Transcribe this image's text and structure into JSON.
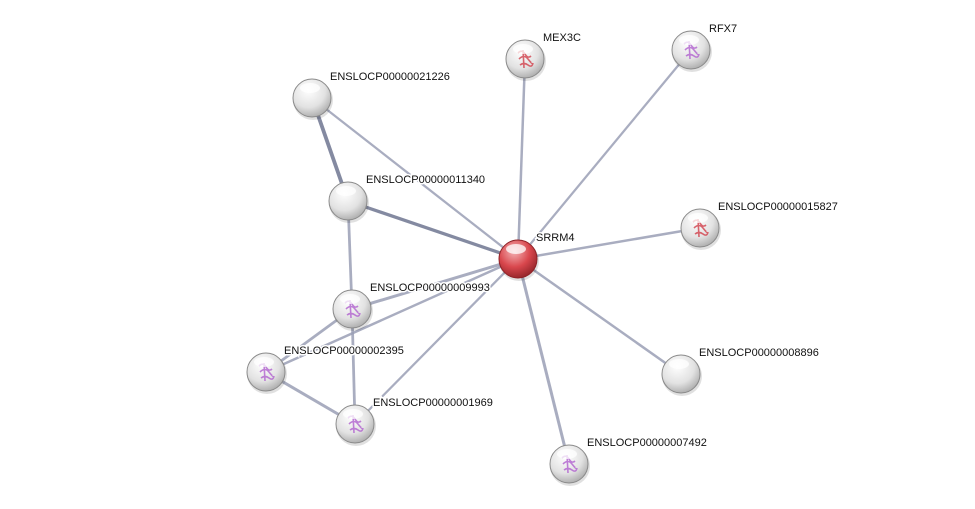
{
  "network": {
    "query_node": "SRRM4",
    "colors": {
      "query": "#d9474d",
      "neighbor": "#e6e6e6",
      "edge": "#9a9fb5",
      "edge_strong": "#6e7590"
    },
    "nodes": [
      {
        "id": "SRRM4",
        "label": "SRRM4",
        "type": "query"
      },
      {
        "id": "MEX3C",
        "label": "MEX3C",
        "structure": true
      },
      {
        "id": "RFX7",
        "label": "RFX7",
        "structure": true
      },
      {
        "id": "ENSLOCP00000021226",
        "label": "ENSLOCP00000021226"
      },
      {
        "id": "ENSLOCP00000011340",
        "label": "ENSLOCP00000011340"
      },
      {
        "id": "ENSLOCP00000015827",
        "label": "ENSLOCP00000015827",
        "structure": true
      },
      {
        "id": "ENSLOCP00000009993",
        "label": "ENSLOCP00000009993",
        "structure": true
      },
      {
        "id": "ENSLOCP00000002395",
        "label": "ENSLOCP00000002395",
        "structure": true
      },
      {
        "id": "ENSLOCP00000008896",
        "label": "ENSLOCP00000008896"
      },
      {
        "id": "ENSLOCP00000001969",
        "label": "ENSLOCP00000001969",
        "structure": true
      },
      {
        "id": "ENSLOCP00000007492",
        "label": "ENSLOCP00000007492",
        "structure": true
      }
    ],
    "edges": [
      {
        "source": "SRRM4",
        "target": "MEX3C",
        "strength": 0.5
      },
      {
        "source": "SRRM4",
        "target": "RFX7",
        "strength": 0.4
      },
      {
        "source": "SRRM4",
        "target": "ENSLOCP00000021226",
        "strength": 0.4
      },
      {
        "source": "SRRM4",
        "target": "ENSLOCP00000011340",
        "strength": 0.8
      },
      {
        "source": "SRRM4",
        "target": "ENSLOCP00000015827",
        "strength": 0.5
      },
      {
        "source": "SRRM4",
        "target": "ENSLOCP00000009993",
        "strength": 0.7
      },
      {
        "source": "SRRM4",
        "target": "ENSLOCP00000002395",
        "strength": 0.5
      },
      {
        "source": "SRRM4",
        "target": "ENSLOCP00000008896",
        "strength": 0.5
      },
      {
        "source": "SRRM4",
        "target": "ENSLOCP00000001969",
        "strength": 0.4
      },
      {
        "source": "SRRM4",
        "target": "ENSLOCP00000007492",
        "strength": 0.7
      },
      {
        "source": "ENSLOCP00000021226",
        "target": "ENSLOCP00000011340",
        "strength": 1.0
      },
      {
        "source": "ENSLOCP00000011340",
        "target": "ENSLOCP00000009993",
        "strength": 0.6
      },
      {
        "source": "ENSLOCP00000009993",
        "target": "ENSLOCP00000002395",
        "strength": 0.6
      },
      {
        "source": "ENSLOCP00000009993",
        "target": "ENSLOCP00000001969",
        "strength": 0.6
      },
      {
        "source": "ENSLOCP00000002395",
        "target": "ENSLOCP00000001969",
        "strength": 0.7
      }
    ]
  }
}
